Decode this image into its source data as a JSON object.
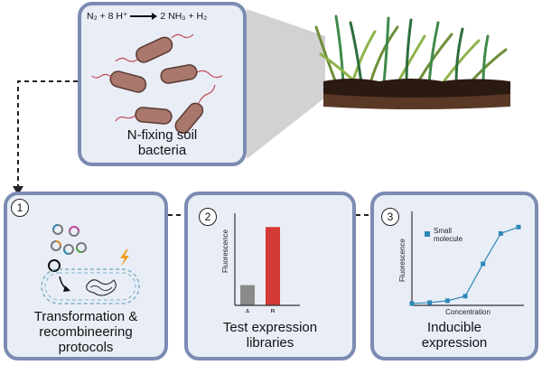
{
  "equation": {
    "left": "N₂ + 8 H⁺",
    "right": "2 NH₃ + H₂"
  },
  "top_caption": [
    "N-fixing soil",
    "bacteria"
  ],
  "step1": {
    "number": "1",
    "caption": [
      "Transformation &",
      "recombineering",
      "protocols"
    ]
  },
  "step2": {
    "number": "2",
    "caption": [
      "Test expression",
      "libraries"
    ],
    "ylabel": "Fluorescence",
    "chart_data": {
      "type": "bar",
      "categories": [
        "A",
        "B"
      ],
      "values": [
        22,
        85
      ],
      "ylim": [
        0,
        100
      ],
      "colors": [
        "#8a8a8a",
        "#d33a35"
      ]
    }
  },
  "step3": {
    "number": "3",
    "caption": [
      "Inducible",
      "expression"
    ],
    "legend": [
      "Small",
      "molecule"
    ],
    "xlabel": "Concentration",
    "ylabel": "Fluorescence",
    "chart_data": {
      "type": "line",
      "x": [
        0,
        1,
        2,
        3,
        4,
        5,
        6
      ],
      "y": [
        2,
        3,
        5,
        10,
        45,
        78,
        85
      ],
      "ylim": [
        0,
        100
      ],
      "xlim": [
        0,
        6
      ],
      "color": "#2e88b8"
    }
  },
  "colors": {
    "panel_border": "#7c8bb3",
    "panel_fill": "#e9edf6",
    "bacteria": "#a9776b"
  }
}
